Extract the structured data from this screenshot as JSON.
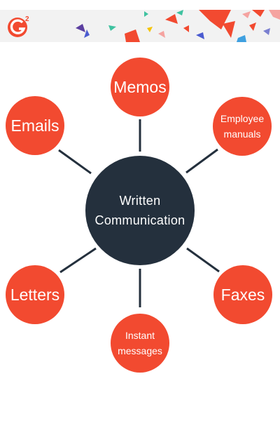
{
  "brand": {
    "logo_text": "G2",
    "accent": "#f24a30"
  },
  "diagram": {
    "center": {
      "line1": "Written",
      "line2": "Communication",
      "color": "#24303d"
    },
    "nodes": {
      "memos": "Memos",
      "emails": "Emails",
      "employee_manuals_line1": "Employee",
      "employee_manuals_line2": "manuals",
      "letters": "Letters",
      "faxes": "Faxes",
      "instant_messages_line1": "Instant",
      "instant_messages_line2": "messages"
    },
    "node_color": "#f24a30"
  }
}
